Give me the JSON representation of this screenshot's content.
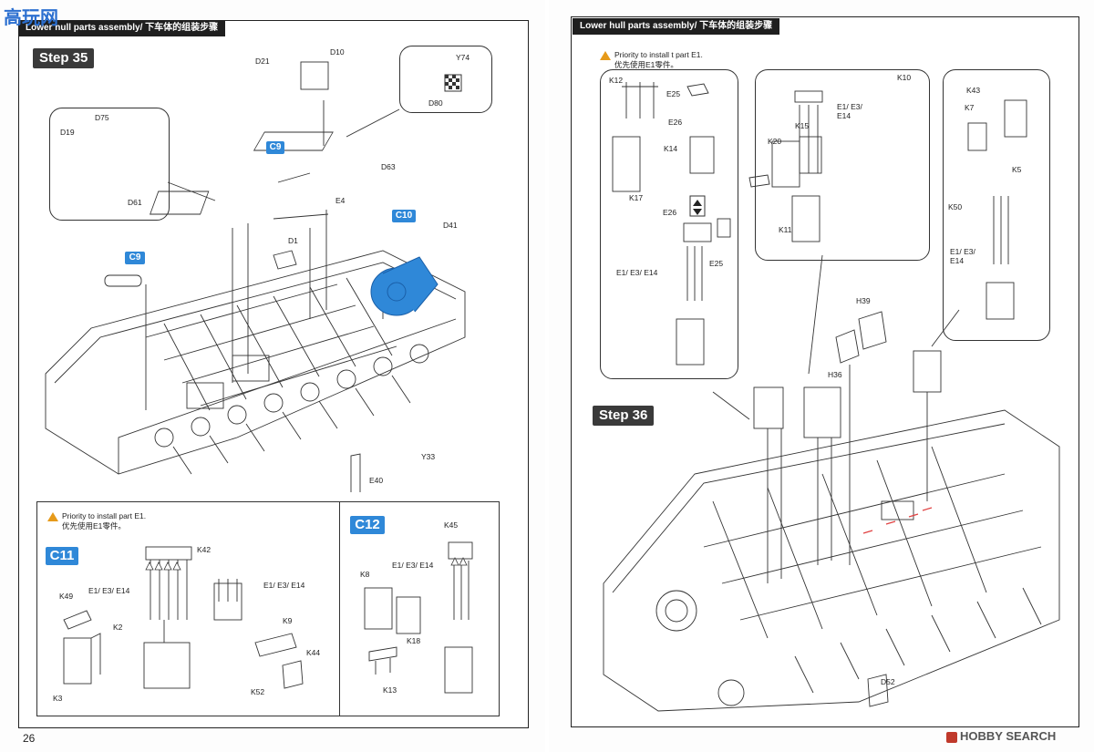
{
  "left_page": {
    "header": "Lower hull parts assembly/ 下车体的组装步骤",
    "page_number": "26",
    "step35": {
      "title": "Step 35",
      "callouts": [
        "C9",
        "C9",
        "C10"
      ],
      "labels": [
        "D21",
        "D10",
        "Y74",
        "D80",
        "D75",
        "D19",
        "D61",
        "D63",
        "E4",
        "D41",
        "D1",
        "Y33",
        "E40"
      ]
    },
    "c11": {
      "title": "C11",
      "note_en": "Priority to install part E1.",
      "note_cn": "优先使用E1零件。",
      "labels": [
        "K42",
        "E1/ E3/ E14",
        "E1/ E3/ E14",
        "K49",
        "K2",
        "K9",
        "K44",
        "K3",
        "K52"
      ]
    },
    "c12": {
      "title": "C12",
      "labels": [
        "K45",
        "E1/ E3/ E14",
        "K8",
        "K18",
        "K13"
      ]
    }
  },
  "right_page": {
    "header": "Lower hull parts assembly/ 下车体的组装步骤",
    "note_en": "Priority to install t part E1.",
    "note_cn": "优先使用E1零件。",
    "step36": {
      "title": "Step 36",
      "labels": [
        "K12",
        "E25",
        "E26",
        "K14",
        "K17",
        "E26",
        "E25",
        "E1/ E3/ E14",
        "K10",
        "K15",
        "K20",
        "E1/ E3/ E14",
        "K11",
        "K43",
        "K7",
        "K5",
        "K50",
        "E1/ E3/ E14",
        "H39",
        "H36",
        "D52"
      ]
    }
  },
  "watermark_top": "高玩网",
  "watermark_bottom": "HOBBY SEARCH",
  "colors": {
    "callout_blue": "#2f88d8",
    "header_bg": "#1f1f1f",
    "warning": "#e69a1a"
  }
}
